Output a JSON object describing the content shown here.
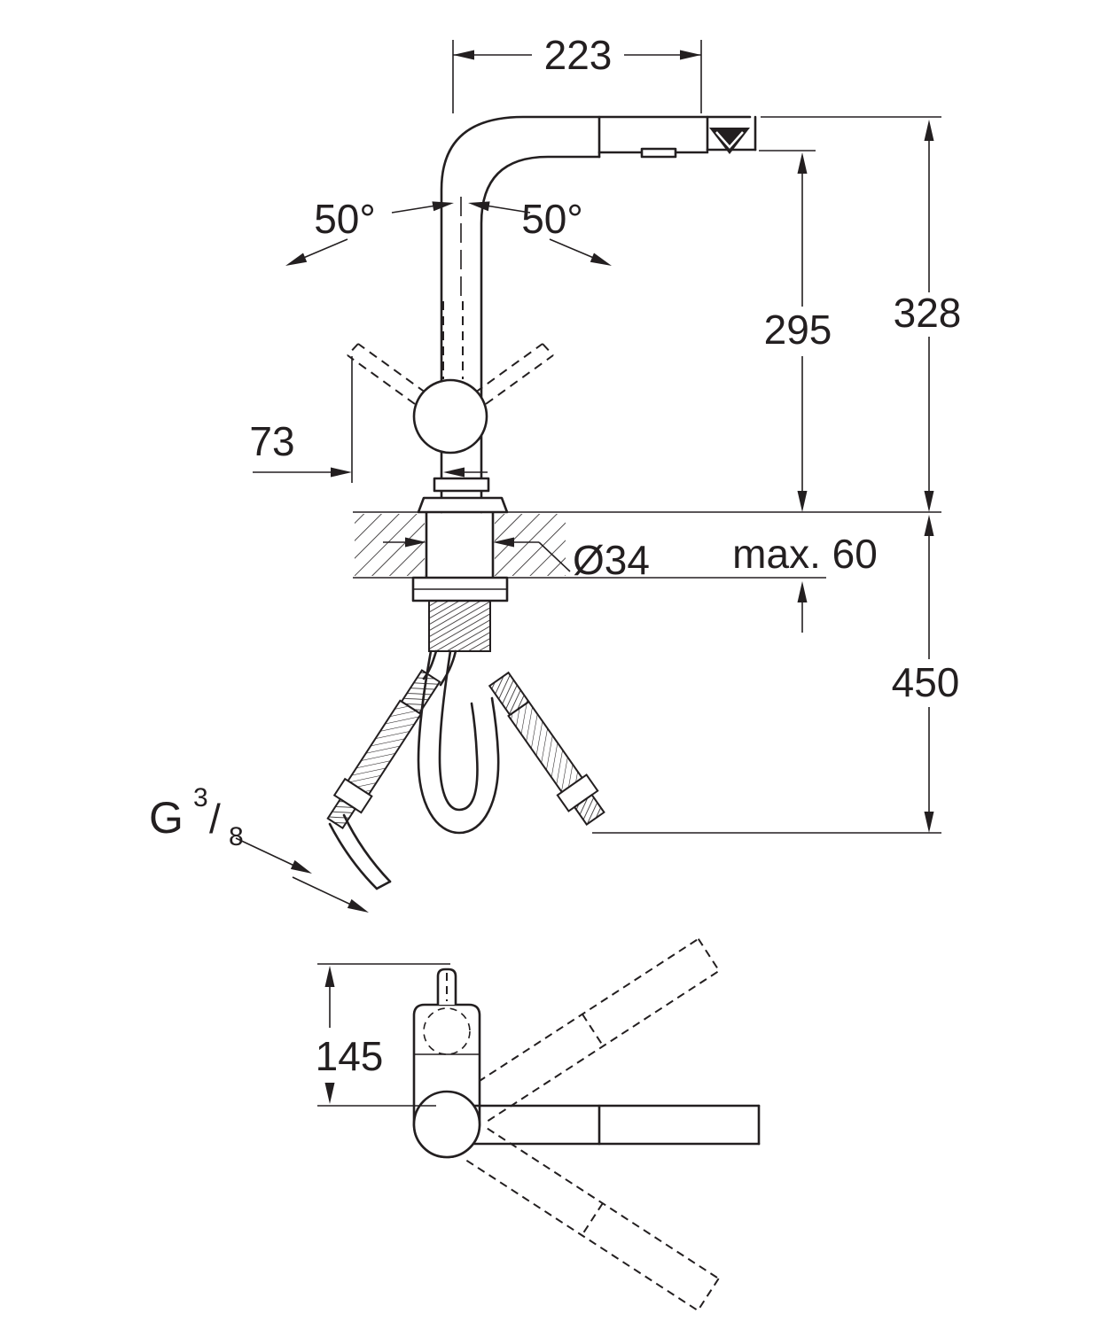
{
  "drawing": {
    "labels": {
      "dim_spout_reach": "223",
      "dim_swivel_left": "50°",
      "dim_swivel_right": "50°",
      "dim_height_underside": "295",
      "dim_height_top": "328",
      "dim_handle_offset": "73",
      "dim_hole_diameter": "Ø34",
      "dim_deck_thickness": "max. 60",
      "dim_below_deck": "450",
      "thread_letter": "G",
      "thread_numerator": "3",
      "thread_slash": "/",
      "thread_denominator": "8",
      "dim_top_view_depth": "145"
    },
    "colors": {
      "line": "#231f20",
      "background": "#ffffff"
    }
  }
}
